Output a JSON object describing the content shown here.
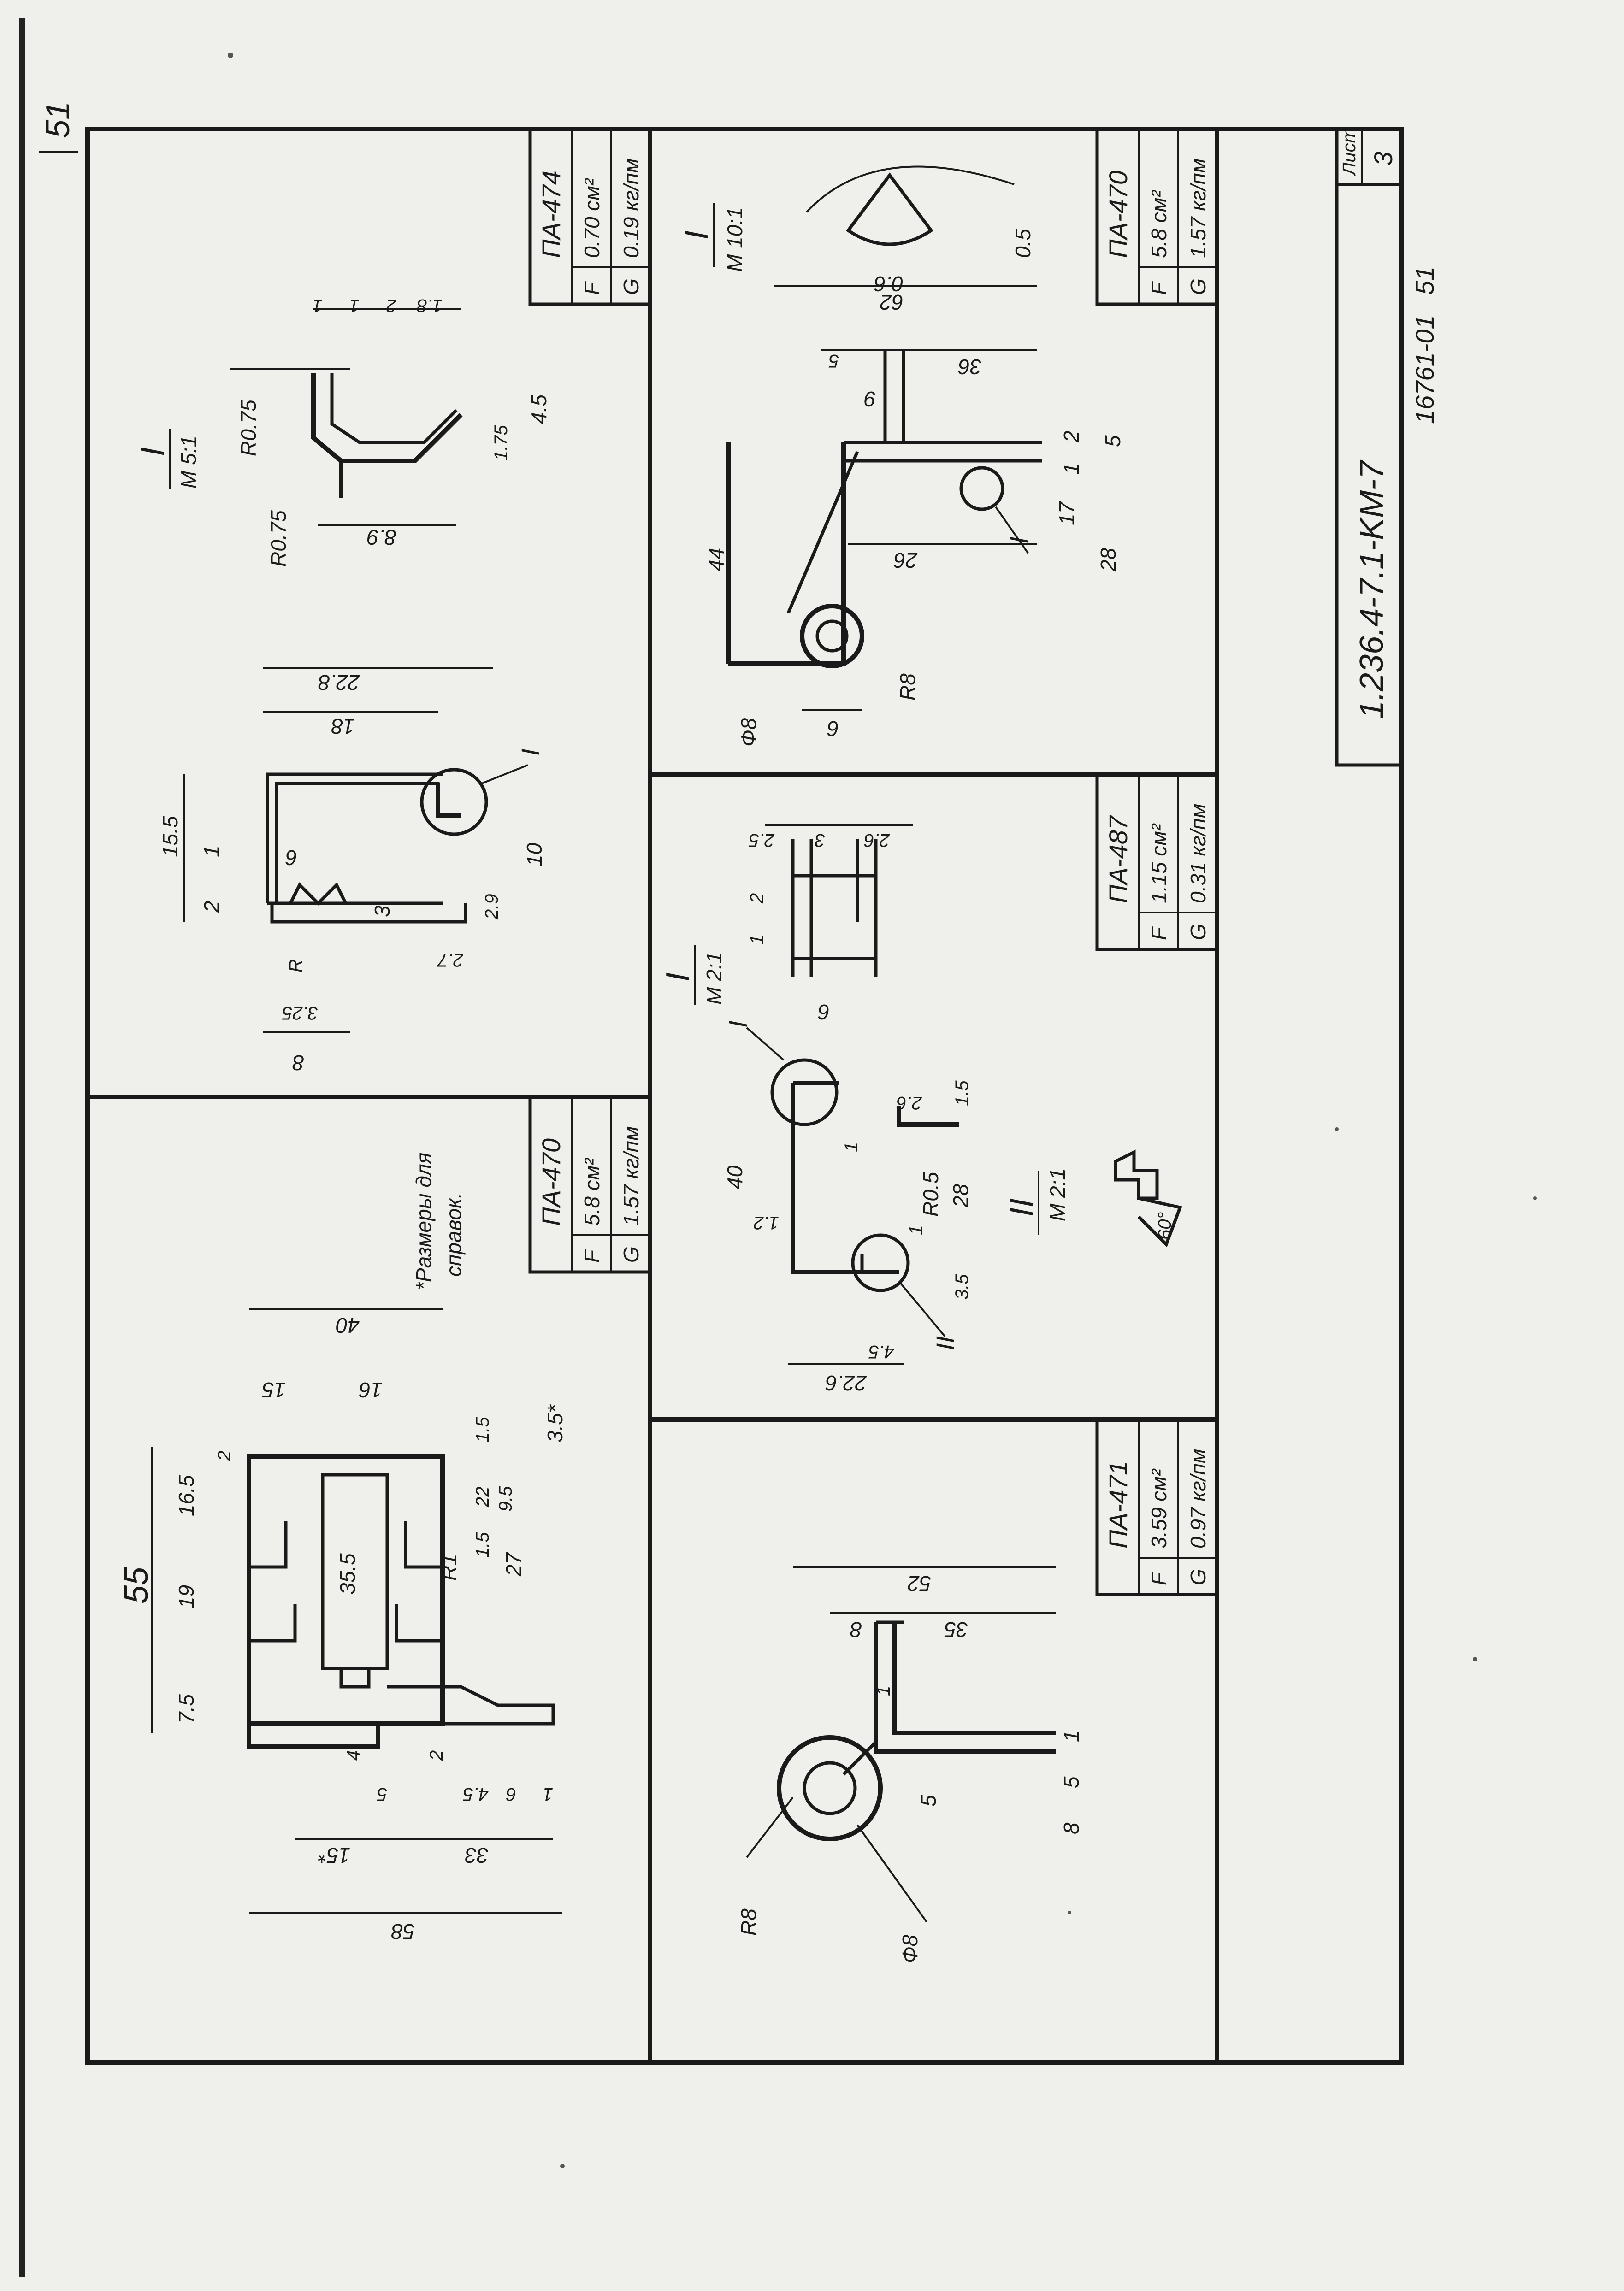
{
  "edge_mark": "51",
  "sheet": {
    "doc_code": "1.236.4-7.1-KM-7",
    "archive_code": "16761-01",
    "page_number": "51",
    "sheet_label": "Лист",
    "sheet_number": "3"
  },
  "profiles": {
    "pa474": {
      "title": "ПА-474",
      "F_key": "F",
      "F_val": "0.70 см²",
      "G_key": "G",
      "G_val": "0.19 кг/пм",
      "scale_mark": "I",
      "scale": "М 5:1",
      "r1": "R0.75",
      "r2": "R0.75",
      "d_width": "22.8",
      "d_18": "18",
      "d_155": "15.5",
      "d_6": "6",
      "d_1": "1",
      "d_2": "2",
      "d_3": "3",
      "d_10": "10",
      "d_29": "2.9",
      "d_27": "2.7",
      "d_325": "3.25",
      "d_8": "8",
      "d_r": "R",
      "det_89": "8.9",
      "det_175": "1.75",
      "det_45": "4.5",
      "det_1": "1",
      "det_1b": "1",
      "det_2": "2",
      "det_18": "1.8",
      "callout": "I"
    },
    "pa470_top": {
      "title": "ПА-470",
      "F_key": "F",
      "F_val": "5.8 см²",
      "G_key": "G",
      "G_val": "1.57 кг/пм",
      "scale_mark": "I",
      "scale": "М 10:1",
      "d_62": "62",
      "d_36": "36",
      "d_44": "44",
      "d_26": "26",
      "d_17": "17",
      "d_28": "28",
      "d_9": "9",
      "d_5": "5",
      "d_2": "2",
      "d_1": "1",
      "d_5b": "5",
      "d_phi8": "Ф8",
      "d_6": "6",
      "d_r8": "R8",
      "det_06": "0.6",
      "det_05": "0.5",
      "callout": "I"
    },
    "pa487": {
      "title": "ПА-487",
      "F_key": "F",
      "F_val": "1.15 см²",
      "G_key": "G",
      "G_val": "0.31 кг/пм",
      "scale_mark_1": "I",
      "scale_1": "М 2:1",
      "scale_mark_2": "II",
      "scale_2": "М 2:1",
      "d_40": "40",
      "d_28": "28",
      "d_226": "22.6",
      "d_26": "2.6",
      "d_15": "1.5",
      "d_r05": "R0.5",
      "d_35": "3.5",
      "d_45": "4.5",
      "d_12": "1.2",
      "d_1": "1",
      "d_1b": "1",
      "det_25": "2.5",
      "det_3": "3",
      "det_26": "2.6",
      "det_2": "2",
      "det_1": "1",
      "det_6": "6",
      "angle": "60°",
      "callout_1": "I",
      "callout_2": "II"
    },
    "pa470_main": {
      "title": "ПА-470",
      "F_key": "F",
      "F_val": "5.8 см²",
      "G_key": "G",
      "G_val": "1.57 кг/пм",
      "note_1": "*Размеры для",
      "note_2": "справок.",
      "d_55": "55",
      "d_165": "16.5",
      "d_19": "19",
      "d_75": "7.5",
      "d_40": "40",
      "d_15": "15",
      "d_16": "16",
      "d_58": "58",
      "d_33": "33",
      "d_15s": "15*",
      "d_355": "35.5",
      "d_27": "27",
      "d_95": "9.5",
      "d_22": "22",
      "d_15a": "1.5",
      "d_15b": "1.5",
      "d_35s": "3.5*",
      "d_2a": "2",
      "d_2b": "2",
      "d_r1": "R1",
      "d_1": "1",
      "d_6": "6",
      "d_45": "4.5",
      "d_5": "5",
      "d_4": "4"
    },
    "pa471": {
      "title": "ПА-471",
      "F_key": "F",
      "F_val": "3.59 см²",
      "G_key": "G",
      "G_val": "0.97 кг/пм",
      "d_52": "52",
      "d_35": "35",
      "d_8": "8",
      "d_5": "5",
      "d_5b": "5",
      "d_1": "1",
      "d_1b": "1",
      "d_r8": "R8",
      "d_phi8": "Ф8"
    }
  }
}
